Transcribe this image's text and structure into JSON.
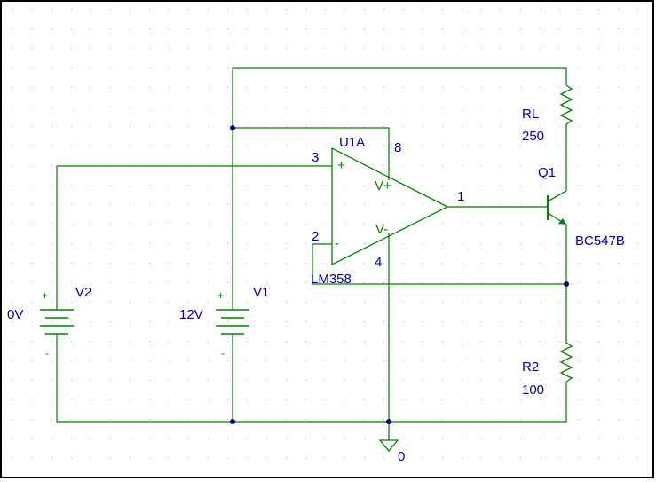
{
  "colors": {
    "wire": "#008000",
    "part": "#008000",
    "label": "#0000aa",
    "pin": "#008000",
    "dot": "#000080",
    "grid": "#b8b8b8",
    "border": "#000000"
  },
  "components": {
    "opamp": {
      "ref": "U1A",
      "part": "LM358",
      "pin_plus": "3",
      "pin_minus": "2",
      "pin_out": "1",
      "pin_vpos": "8",
      "pin_vneg": "4",
      "plus_sign": "+",
      "minus_sign": "-",
      "vpos_label": "V+",
      "vneg_label": "V-"
    },
    "rl": {
      "ref": "RL",
      "value": "250"
    },
    "r2": {
      "ref": "R2",
      "value": "100"
    },
    "q1": {
      "ref": "Q1",
      "part": "BC547B"
    },
    "v1": {
      "ref": "V1",
      "value": "12V",
      "plus": "+",
      "minus": "-"
    },
    "v2": {
      "ref": "V2",
      "value": "0V",
      "plus": "+",
      "minus": "-"
    },
    "ground": {
      "label": "0"
    }
  }
}
